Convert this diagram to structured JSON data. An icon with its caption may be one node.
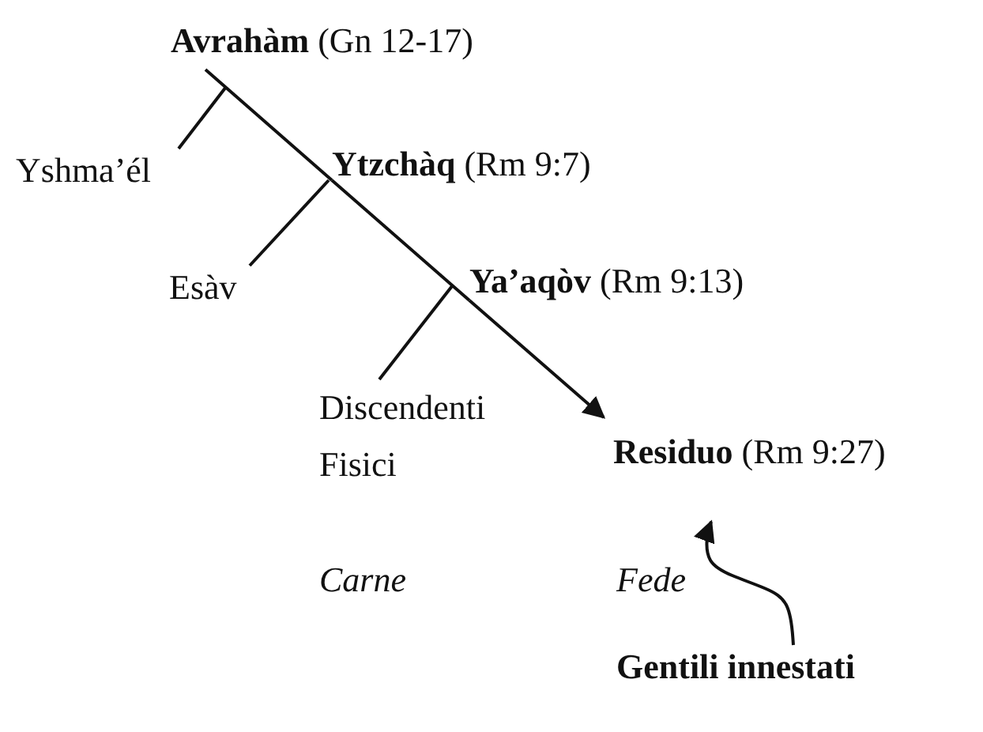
{
  "diagram": {
    "nodes": [
      {
        "text": [
          "**Avrahàm** (Gn 12-17)"
        ]
      },
      {
        "text": [
          "Yshma’él"
        ]
      },
      {
        "text": [
          "**Ytzchàq** (Rm 9:7)"
        ]
      },
      {
        "text": [
          "Esàv"
        ]
      },
      {
        "text": [
          "**Ya’aqòv** (Rm 9:13)"
        ]
      },
      {
        "text": [
          "Discendenti Fisici"
        ]
      },
      {
        "text": [
          "**Residuo** (Rm 9:27)"
        ]
      },
      {
        "text": [
          "Gentili innestati"
        ]
      }
    ],
    "edges": [
      {
        "from": 0,
        "to": 2,
        "arrow": "none"
      },
      {
        "from": 2,
        "to": 4,
        "arrow": "none"
      },
      {
        "from": 4,
        "to": 6,
        "arrow": "to"
      },
      {
        "from": 0,
        "to": 1,
        "arrow": "none"
      },
      {
        "from": 2,
        "to": 3,
        "arrow": "none"
      },
      {
        "from": 4,
        "to": 5,
        "arrow": "none"
      },
      {
        "from": 7,
        "to": 6,
        "arrow": "to"
      }
    ],
    "labels": [
      "Carne",
      "Fede"
    ]
  }
}
